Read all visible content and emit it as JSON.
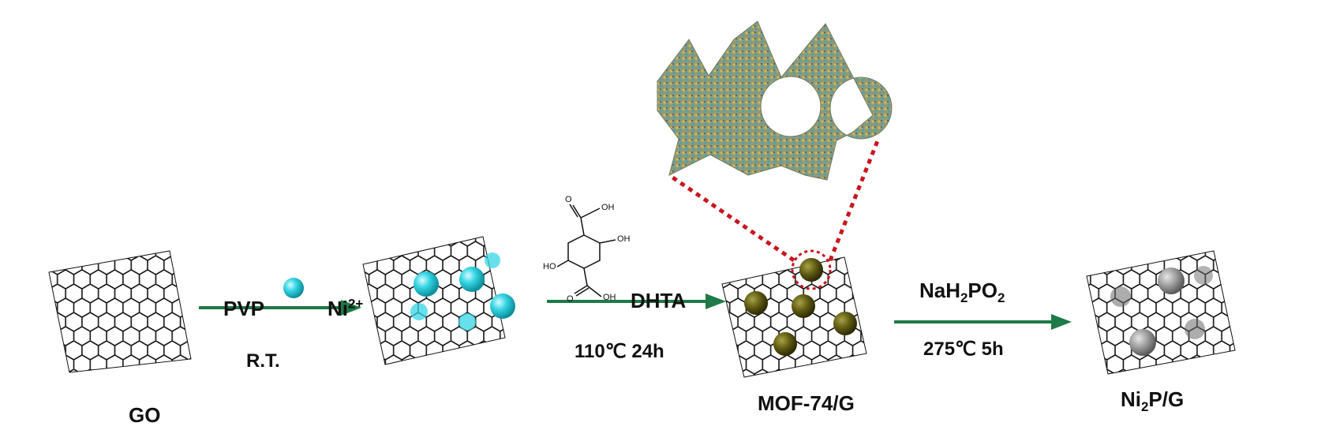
{
  "labels": {
    "go": "GO",
    "pvp": "PVP",
    "ni_ion": "Ni",
    "ni_ion_charge": "2+",
    "rt": "R.T.",
    "dhta": "DHTA",
    "step2_conditions": "110℃ 24h",
    "mof": "MOF-74/G",
    "nah2po2_part1": "NaH",
    "nah2po2_sub1": "2",
    "nah2po2_part2": "PO",
    "nah2po2_sub2": "2",
    "step3_conditions": "275℃ 5h",
    "product_part1": "Ni",
    "product_sub": "2",
    "product_part2": "P/G"
  },
  "molecule": {
    "atom_o_top": "O",
    "atom_oh_top": "OH",
    "atom_ho_left": "HO",
    "atom_oh_right": "OH",
    "atom_o_bottom": "O",
    "atom_oh_bottom": "OH"
  },
  "colors": {
    "arrow": "#1e7a46",
    "ni_sphere": "#35d6e4",
    "mof_particle": "#5f5a12",
    "ni2p_particle": "#9a9a9a",
    "zoom_line": "#c8141e",
    "lattice": "#111111"
  }
}
